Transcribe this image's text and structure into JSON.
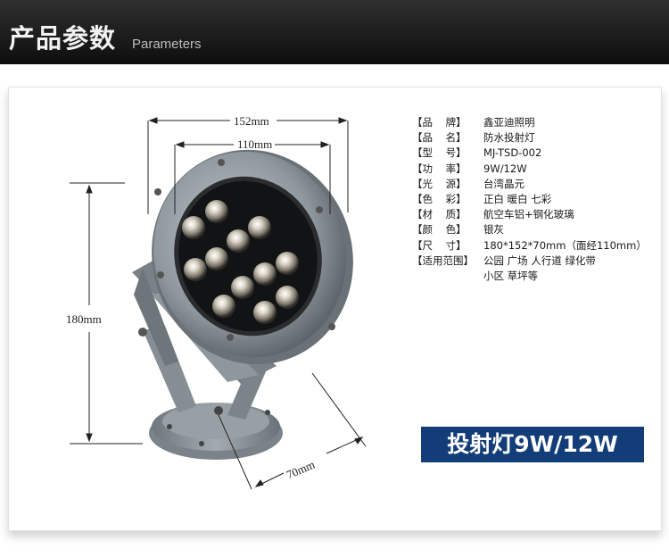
{
  "header": {
    "title_cn": "产品参数",
    "title_en": "Parameters"
  },
  "dimensions": {
    "width_outer": "152mm",
    "width_inner": "110mm",
    "height": "180mm",
    "depth": "70mm"
  },
  "specs": [
    {
      "label": "【品    牌】",
      "value": "鑫亚迪照明"
    },
    {
      "label": "【品    名】",
      "value": "防水投射灯"
    },
    {
      "label": "【型    号】",
      "value": "MJ-TSD-002"
    },
    {
      "label": "【功    率】",
      "value": "9W/12W"
    },
    {
      "label": "【光    源】",
      "value": "台湾晶元"
    },
    {
      "label": "【色    彩】",
      "value": "正白 暖白 七彩"
    },
    {
      "label": "【材    质】",
      "value": "航空车铝+钢化玻璃"
    },
    {
      "label": "【颜    色】",
      "value": "银灰"
    },
    {
      "label": "【尺    寸】",
      "value": "180*152*70mm（面经110mm）"
    },
    {
      "label": "【适用范围】",
      "value": "公园 广场 人行道 绿化带"
    },
    {
      "label": "",
      "value": "小区 草坪等"
    }
  ],
  "badge": "投射灯9W/12W",
  "colors": {
    "header_bg": "#111111",
    "badge_bg": "#133d78",
    "lamp_body": "#8e969d"
  }
}
